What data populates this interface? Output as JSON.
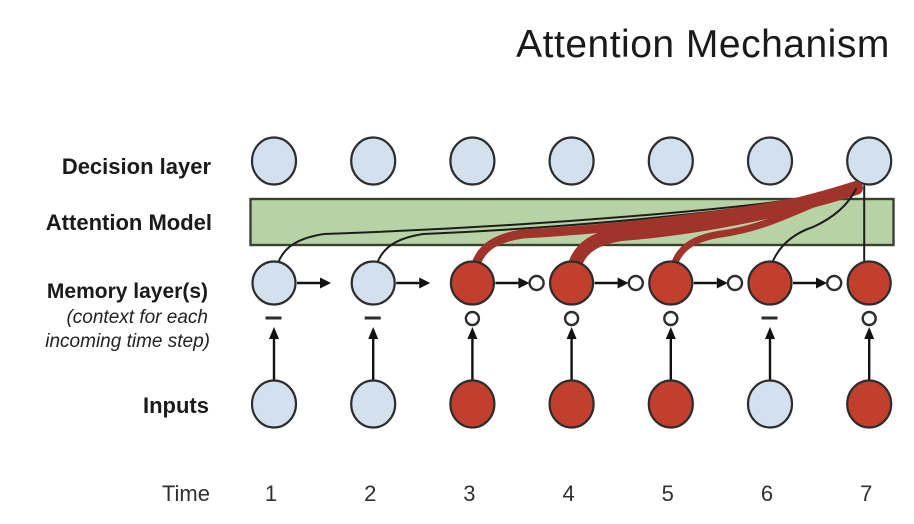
{
  "title": "Attention Mechanism",
  "labels": {
    "decision_layer": "Decision layer",
    "attention_model": "Attention Model",
    "memory_layer": "Memory layer(s)",
    "memory_sub1": "(context for each",
    "memory_sub2": "incoming time step)",
    "inputs": "Inputs",
    "time": "Time"
  },
  "colors": {
    "node_blue": "#d3e0ee",
    "node_red": "#c23f2e",
    "node_outline": "#2d2d2d",
    "band_fill": "#b7d3a5",
    "band_outline": "#39412f",
    "link_black": "#1d1d1d",
    "link_red": "#a0342a",
    "arrow": "#111111",
    "ring_fill": "#ffffff"
  },
  "columns": [
    {
      "time": "1",
      "input": "blue",
      "memory": "blue",
      "gate": "dash",
      "relay_ring_incoming": false,
      "attention_link": {
        "color": "black",
        "weight": 2
      }
    },
    {
      "time": "2",
      "input": "blue",
      "memory": "blue",
      "gate": "dash",
      "relay_ring_incoming": false,
      "attention_link": {
        "color": "black",
        "weight": 2
      }
    },
    {
      "time": "3",
      "input": "red",
      "memory": "red",
      "gate": "ring",
      "relay_ring_incoming": false,
      "attention_link": {
        "color": "red",
        "weight": 9
      }
    },
    {
      "time": "4",
      "input": "red",
      "memory": "red",
      "gate": "ring",
      "relay_ring_incoming": true,
      "attention_link": {
        "color": "red",
        "weight": 14
      }
    },
    {
      "time": "5",
      "input": "red",
      "memory": "red",
      "gate": "ring",
      "relay_ring_incoming": true,
      "attention_link": {
        "color": "red",
        "weight": 7
      }
    },
    {
      "time": "6",
      "input": "blue",
      "memory": "red",
      "gate": "dash",
      "relay_ring_incoming": true,
      "attention_link": {
        "color": "black",
        "weight": 2
      }
    },
    {
      "time": "7",
      "input": "red",
      "memory": "red",
      "gate": "ring",
      "relay_ring_incoming": true,
      "attention_link": {
        "color": "black",
        "weight": 2
      }
    }
  ],
  "attention_target_time": "7"
}
